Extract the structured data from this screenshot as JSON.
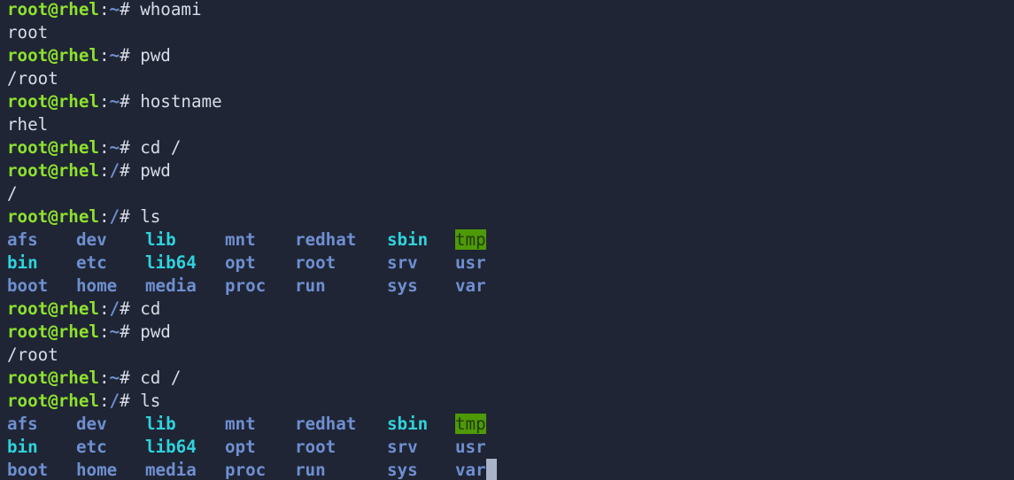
{
  "prompt": {
    "user_host": "root@rhel",
    "colon": ":",
    "hash": "# "
  },
  "lines": [
    {
      "type": "cmd",
      "path": "~",
      "command": "whoami"
    },
    {
      "type": "out",
      "text": "root"
    },
    {
      "type": "cmd",
      "path": "~",
      "command": "pwd"
    },
    {
      "type": "out",
      "text": "/root"
    },
    {
      "type": "cmd",
      "path": "~",
      "command": "hostname"
    },
    {
      "type": "out",
      "text": "rhel"
    },
    {
      "type": "cmd",
      "path": "~",
      "command": "cd /"
    },
    {
      "type": "cmd",
      "path": "/",
      "command": "pwd"
    },
    {
      "type": "out",
      "text": "/"
    },
    {
      "type": "cmd",
      "path": "/",
      "command": "ls"
    },
    {
      "type": "ls",
      "cells": [
        {
          "name": "afs",
          "kind": "dir"
        },
        {
          "name": "dev",
          "kind": "dir"
        },
        {
          "name": "lib",
          "kind": "link"
        },
        {
          "name": "mnt",
          "kind": "dir"
        },
        {
          "name": "redhat",
          "kind": "dir"
        },
        {
          "name": "sbin",
          "kind": "link"
        },
        {
          "name": "tmp",
          "kind": "sticky"
        }
      ]
    },
    {
      "type": "ls",
      "cells": [
        {
          "name": "bin",
          "kind": "link"
        },
        {
          "name": "etc",
          "kind": "dir"
        },
        {
          "name": "lib64",
          "kind": "link"
        },
        {
          "name": "opt",
          "kind": "dir"
        },
        {
          "name": "root",
          "kind": "dir"
        },
        {
          "name": "srv",
          "kind": "dir"
        },
        {
          "name": "usr",
          "kind": "dir"
        }
      ]
    },
    {
      "type": "ls",
      "cells": [
        {
          "name": "boot",
          "kind": "dir"
        },
        {
          "name": "home",
          "kind": "dir"
        },
        {
          "name": "media",
          "kind": "dir"
        },
        {
          "name": "proc",
          "kind": "dir"
        },
        {
          "name": "run",
          "kind": "dir"
        },
        {
          "name": "sys",
          "kind": "dir"
        },
        {
          "name": "var",
          "kind": "dir"
        }
      ]
    },
    {
      "type": "cmd",
      "path": "/",
      "command": "cd"
    },
    {
      "type": "cmd",
      "path": "~",
      "command": "pwd"
    },
    {
      "type": "out",
      "text": "/root"
    },
    {
      "type": "cmd",
      "path": "~",
      "command": "cd /"
    },
    {
      "type": "cmd",
      "path": "/",
      "command": "ls"
    },
    {
      "type": "ls",
      "cells": [
        {
          "name": "afs",
          "kind": "dir"
        },
        {
          "name": "dev",
          "kind": "dir"
        },
        {
          "name": "lib",
          "kind": "link"
        },
        {
          "name": "mnt",
          "kind": "dir"
        },
        {
          "name": "redhat",
          "kind": "dir"
        },
        {
          "name": "sbin",
          "kind": "link"
        },
        {
          "name": "tmp",
          "kind": "sticky"
        }
      ]
    },
    {
      "type": "ls",
      "cells": [
        {
          "name": "bin",
          "kind": "link"
        },
        {
          "name": "etc",
          "kind": "dir"
        },
        {
          "name": "lib64",
          "kind": "link"
        },
        {
          "name": "opt",
          "kind": "dir"
        },
        {
          "name": "root",
          "kind": "dir"
        },
        {
          "name": "srv",
          "kind": "dir"
        },
        {
          "name": "usr",
          "kind": "dir"
        }
      ]
    },
    {
      "type": "ls",
      "cells": [
        {
          "name": "boot",
          "kind": "dir"
        },
        {
          "name": "home",
          "kind": "dir"
        },
        {
          "name": "media",
          "kind": "dir"
        },
        {
          "name": "proc",
          "kind": "dir"
        },
        {
          "name": "run",
          "kind": "dir"
        },
        {
          "name": "sys",
          "kind": "dir"
        },
        {
          "name": "var",
          "kind": "dir",
          "cursor": true
        }
      ]
    }
  ],
  "colors": {
    "background": "#1f2535",
    "prompt_user": "#8ee12e",
    "directory": "#6f8fd0",
    "symlink": "#2fd3dc",
    "sticky_bg": "#4e9a06",
    "text": "#d7dce6"
  }
}
